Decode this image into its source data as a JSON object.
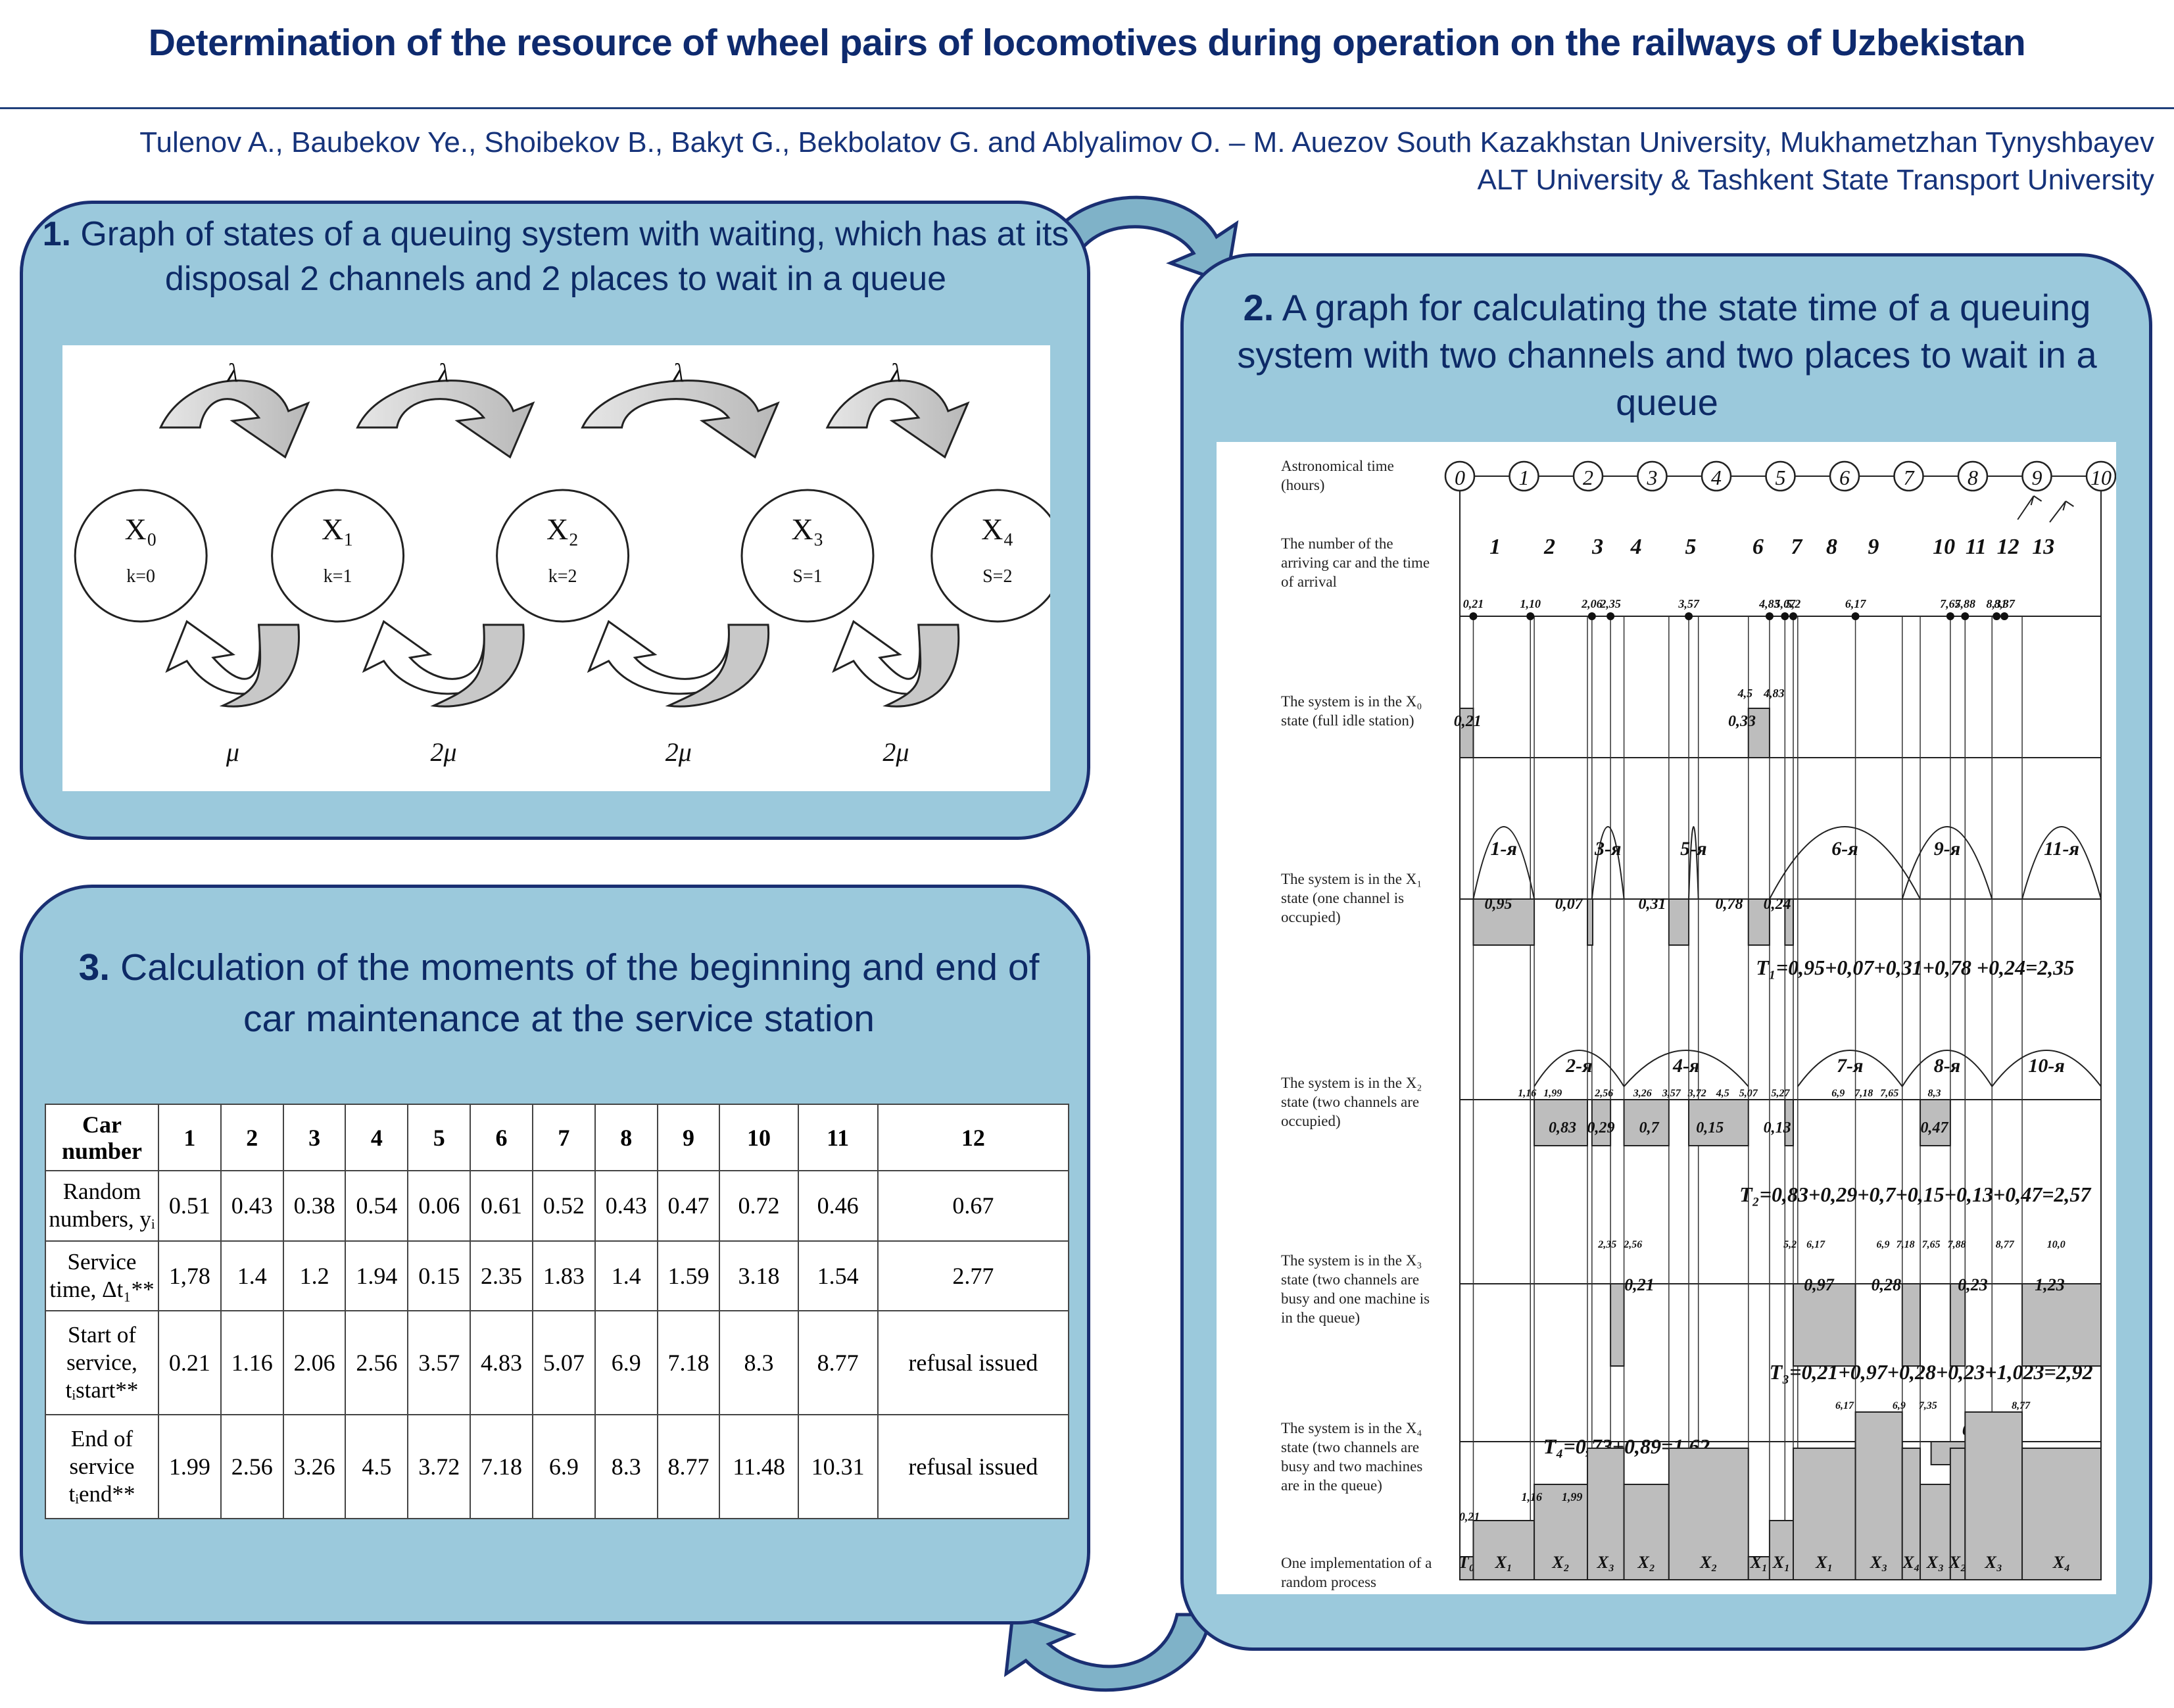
{
  "title": "Determination of the resource of wheel pairs of locomotives during operation on the railways of Uzbekistan",
  "authors_line1": "Tulenov A., Baubekov Ye., Shoibekov B., Bakyt G., Bekbolatov G. and Ablyalimov O. – M. Auezov South Kazakhstan University, Mukhametzhan Tynyshbayev",
  "authors_line2": "ALT University & Tashkent State Transport University",
  "panel1": {
    "number": "1.",
    "title": "Graph of states of a queuing system with waiting, which has at its disposal 2 channels and 2 places to wait in a queue",
    "states": [
      {
        "label": "X₀",
        "sub": "k=0"
      },
      {
        "label": "X₁",
        "sub": "k=1"
      },
      {
        "label": "X₂",
        "sub": "k=2"
      },
      {
        "label": "X₃",
        "sub": "S=1"
      },
      {
        "label": "X₄",
        "sub": "S=2"
      }
    ],
    "top_labels": [
      "λ",
      "λ",
      "λ",
      "λ"
    ],
    "bottom_labels": [
      "μ",
      "2μ",
      "2μ",
      "2μ"
    ]
  },
  "panel2": {
    "number": "2.",
    "title": "A graph for calculating the state time of a queuing system with two channels and two places to wait in a queue",
    "row_labels": [
      "Astronomical time (hours)",
      "The number of the arriving car and the time of arrival",
      "The system is in the X₀ state (full idle station)",
      "The system is in the X₁ state (one channel is occupied)",
      "The system is in the X₂ state (two channels are occupied)",
      "The system is in the X₃ state (two channels are busy and one machine is in the queue)",
      "The system is in the X₄ state (two channels are busy and two machines are in the queue)",
      "One implementation of a random process"
    ],
    "hours": [
      "0",
      "1",
      "2",
      "3",
      "4",
      "5",
      "6",
      "7",
      "8",
      "9",
      "10"
    ],
    "car_numbers": [
      "1",
      "2",
      "3",
      "4",
      "5",
      "6",
      "7",
      "8",
      "9",
      "10",
      "11",
      "12",
      "13"
    ],
    "arrival_times": [
      "0,21",
      "1,10",
      "2,06",
      "2,35",
      "3,57",
      "4,83",
      "5,07",
      "5,2",
      "6,17",
      "7,65",
      "7,88",
      "8,31",
      "8,37"
    ],
    "x0_values": [
      "0,21",
      "0,33"
    ],
    "x0_marks": [
      "4,5",
      "4,83"
    ],
    "x1_arcs": [
      "1-я",
      "3-я",
      "5-я",
      "6-я",
      "9-я",
      "11-я"
    ],
    "x1_values": [
      "0,95",
      "0,07",
      "0,31",
      "0,78",
      "0,24"
    ],
    "t1_formula": "T₁=0,95+0,07+0,31+0,78 +0,24=2,35",
    "x2_arcs": [
      "2-я",
      "4-я",
      "7-я",
      "8-я",
      "10-я"
    ],
    "x2_values": [
      "0,83",
      "0,29",
      "0,7",
      "0,15",
      "0,13",
      "0,47"
    ],
    "x2_marks": [
      "1,16",
      "1,99",
      "2,56",
      "3,26",
      "3,57",
      "3,72",
      "4,5",
      "5,07",
      "5,27",
      "6,9",
      "7,18",
      "7,65",
      "8,3"
    ],
    "t2_formula": "T₂=0,83+0,29+0,7+0,15+0,13+0,47=2,57",
    "x3_values": [
      "0,21",
      "0,97",
      "0,28",
      "0,23",
      "1,23"
    ],
    "x3_marks": [
      "2,35",
      "2,56",
      "5,2",
      "6,17",
      "6,9",
      "7,18",
      "7,65",
      "7,88",
      "8,77",
      "10,0"
    ],
    "t3_formula": "T₃=0,21+0,97+0,28+0,23+1,023=2,92",
    "x4_values": [
      "0,73",
      "0,89"
    ],
    "x4_marks": [
      "6,17",
      "6,9",
      "7,35",
      "8,77"
    ],
    "t4_formula": "T₄=0,73+0,89=1,62",
    "impl_marks": [
      "0,21",
      "1,16",
      "1,99"
    ],
    "impl_states": [
      "T₀",
      "X₁",
      "X₂",
      "X₃",
      "X₂",
      "X₂",
      "X₁",
      "X₁",
      "X₁",
      "X₃",
      "X₄",
      "X₃",
      "X₂",
      "X₃",
      "X₄"
    ]
  },
  "panel3": {
    "number": "3.",
    "title": "Calculation of the moments of the beginning and end of car maintenance at the service station",
    "header": [
      "Car number",
      "1",
      "2",
      "3",
      "4",
      "5",
      "6",
      "7",
      "8",
      "9",
      "10",
      "11",
      "12"
    ],
    "rows": [
      {
        "label": "Random numbers, yᵢ",
        "values": [
          "0.51",
          "0.43",
          "0.38",
          "0.54",
          "0.06",
          "0.61",
          "0.52",
          "0.43",
          "0.47",
          "0.72",
          "0.46",
          "0.67"
        ]
      },
      {
        "label": "Service time, Δt₁**",
        "values": [
          "1,78",
          "1.4",
          "1.2",
          "1.94",
          "0.15",
          "2.35",
          "1.83",
          "1.4",
          "1.59",
          "3.18",
          "1.54",
          "2.77"
        ]
      },
      {
        "label": "Start of service, tᵢstart**",
        "values": [
          "0.21",
          "1.16",
          "2.06",
          "2.56",
          "3.57",
          "4.83",
          "5.07",
          "6.9",
          "7.18",
          "8.3",
          "8.77",
          "refusal issued"
        ]
      },
      {
        "label": "End of service tᵢend**",
        "values": [
          "1.99",
          "2.56",
          "3.26",
          "4.5",
          "3.72",
          "7.18",
          "6.9",
          "8.3",
          "8.77",
          "11.48",
          "10.31",
          "refusal issued"
        ]
      }
    ]
  },
  "colors": {
    "panel_fill": "#9bc9dc",
    "panel_border": "#1a2f72",
    "title": "#0e2a6e"
  }
}
